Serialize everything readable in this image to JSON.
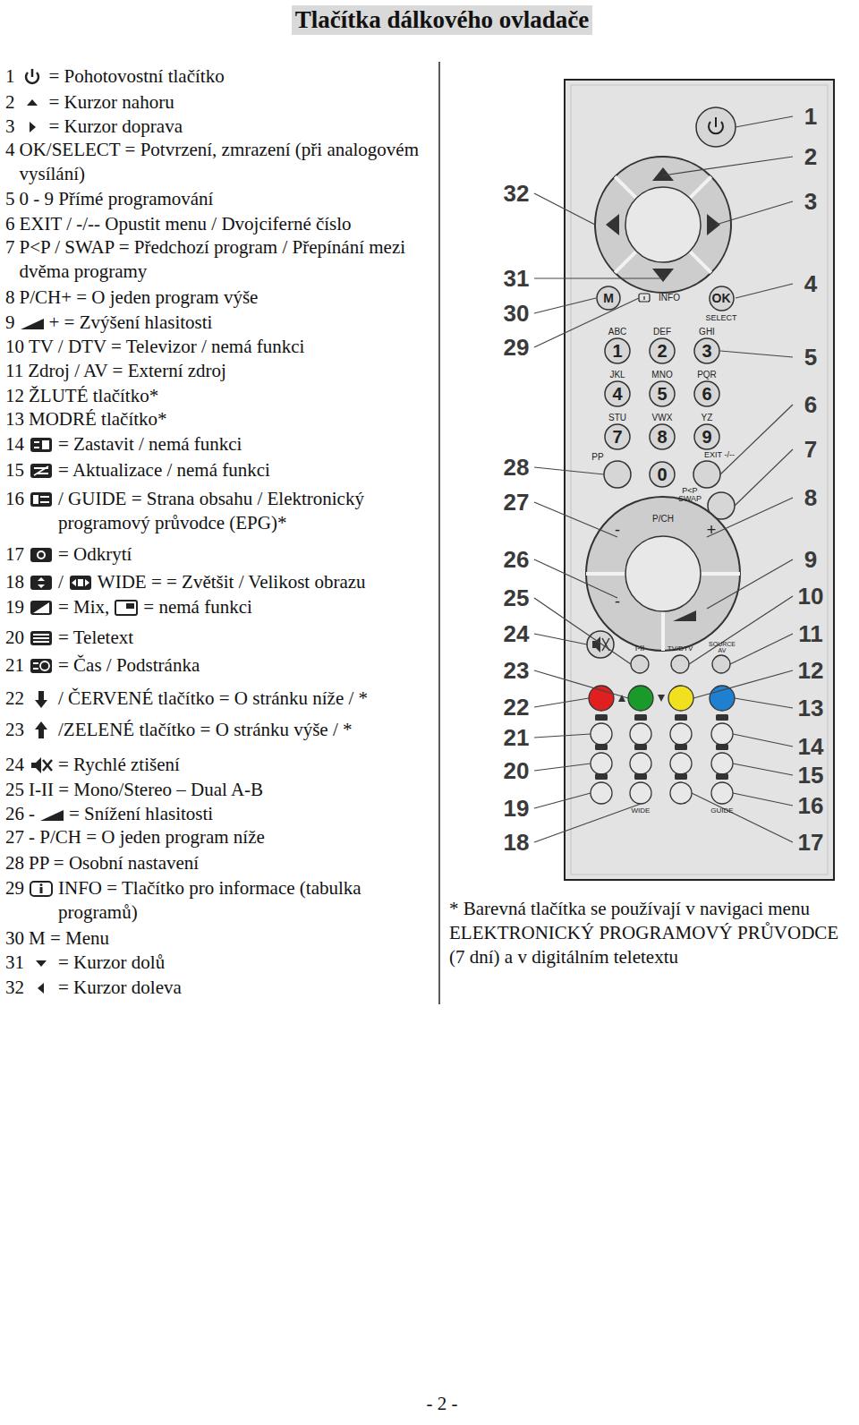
{
  "diagram": {
    "title": "Tlačítka dálkového ovladače",
    "nodes": [
      {
        "text": [
          "M"
        ]
      },
      {
        "text": [
          "OK"
        ]
      },
      {
        "text": [
          "1"
        ]
      },
      {
        "text": [
          "2"
        ]
      },
      {
        "text": [
          "3"
        ]
      },
      {
        "text": [
          "4"
        ]
      },
      {
        "text": [
          "5"
        ]
      },
      {
        "text": [
          "6"
        ]
      },
      {
        "text": [
          "7"
        ]
      },
      {
        "text": [
          "8"
        ]
      },
      {
        "text": [
          "9"
        ]
      },
      {
        "text": [
          "0"
        ]
      }
    ],
    "labels": [
      "1",
      "= Pohotovostní tlačítko",
      "2",
      "= Kurzor nahoru",
      "3",
      "= Kurzor doprava",
      "4",
      "OK/SELECT = Potvrzení, zmrazení (při analogovém vysílání)",
      "5",
      "0 - 9 Přímé programování",
      "6",
      "EXIT / -/-- Opustit menu / Dvojciferné číslo",
      "7",
      "P<P / SWAP = Předchozí program / Přepínání mezi dvěma programy",
      "8",
      "P/CH+ = O jeden program výše",
      "9",
      "+ = Zvýšení hlasitosti",
      "10",
      "TV / DTV = Televizor / nemá funkci",
      "11",
      "Zdroj / AV = Externí zdroj",
      "12",
      "ŽLUTÉ tlačítko*",
      "13",
      "MODRÉ tlačítko*",
      "14",
      "= Zastavit / nemá funkci",
      "15",
      "= Aktualizace / nemá funkci",
      "16",
      "/ GUIDE = Strana obsahu / Elektronický programový průvodce (EPG)*",
      "17",
      "= Odkrytí",
      "18",
      "/",
      "WIDE = = Zvětšit / Velikost obrazu",
      "19",
      "= Mix,",
      "= nemá funkci",
      "20",
      "= Teletext",
      "21",
      "= Čas / Podstránka",
      "22",
      "/ ČERVENÉ tlačítko = O stránku níže / *",
      "23",
      "/ZELENÉ tlačítko = O stránku výše / *",
      "24",
      "= Rychlé ztišení",
      "25",
      "I-II = Mono/Stereo – Dual A-B",
      "26",
      "-",
      "= Snížení hlasitosti",
      "27",
      "- P/CH = O jeden program níže",
      "28",
      "PP = Osobní nastavení",
      "29",
      "INFO = Tlačítko pro informace (tabulka programů)",
      "30",
      "M = Menu",
      "31",
      "= Kurzor dolů",
      "32",
      "= Kurzor doleva",
      "INFO",
      "SELECT",
      "ABC",
      "DEF",
      "GHI",
      "JKL",
      "MNO",
      "PQR",
      "STU",
      "VWX",
      "YZ",
      "PP",
      "EXIT -/--",
      "P<P SWAP",
      "-",
      "P/CH",
      "+",
      "-",
      "I-II",
      "TV/DTV",
      "SOURCE AV",
      "WIDE",
      "GUIDE",
      "1",
      "2",
      "3",
      "4",
      "5",
      "6",
      "7",
      "8",
      "9",
      "10",
      "11",
      "12",
      "13",
      "14",
      "15",
      "16",
      "17",
      "18",
      "19",
      "20",
      "21",
      "22",
      "23",
      "24",
      "25",
      "26",
      "27",
      "28",
      "29",
      "30",
      "31",
      "32",
      "* Barevná tlačítka se používají v navigaci menu ELEKTRONICKÝ PROGRAMOVÝ PRŮVODCE (7 dní) a v digitálním teletextu",
      "- 2 -"
    ]
  }
}
